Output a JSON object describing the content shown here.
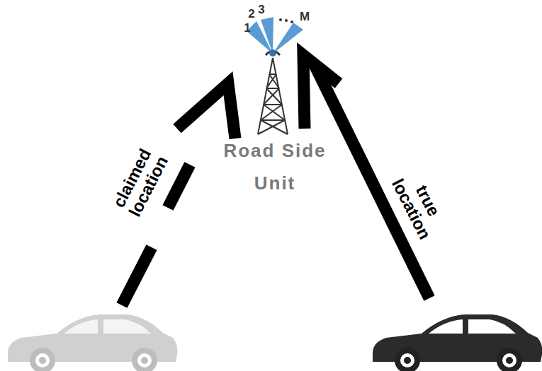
{
  "diagram": {
    "nodes": [
      {
        "text": [
          "Road Side Unit"
        ]
      }
    ],
    "labels": [
      "1",
      "2",
      "3",
      "M",
      "claimed location",
      "true location"
    ]
  }
}
